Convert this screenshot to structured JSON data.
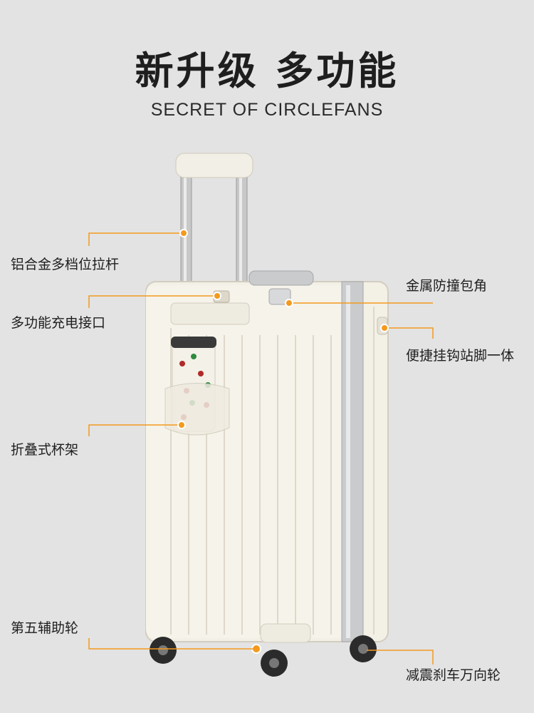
{
  "header": {
    "title": "新升级 多功能",
    "subtitle": "SECRET OF CIRCLEFANS"
  },
  "features": {
    "handle": "铝合金多档位拉杆",
    "charging_port": "多功能充电接口",
    "cup_holder": "折叠式杯架",
    "fifth_wheel": "第五辅助轮",
    "corner_guard": "金属防撞包角",
    "hook_stand": "便捷挂钩站脚一体",
    "brake_wheels": "减震刹车万向轮"
  },
  "colors": {
    "background": "#e3e3e3",
    "accent": "#f39a1e",
    "suitcase": "#f3f0e6"
  }
}
